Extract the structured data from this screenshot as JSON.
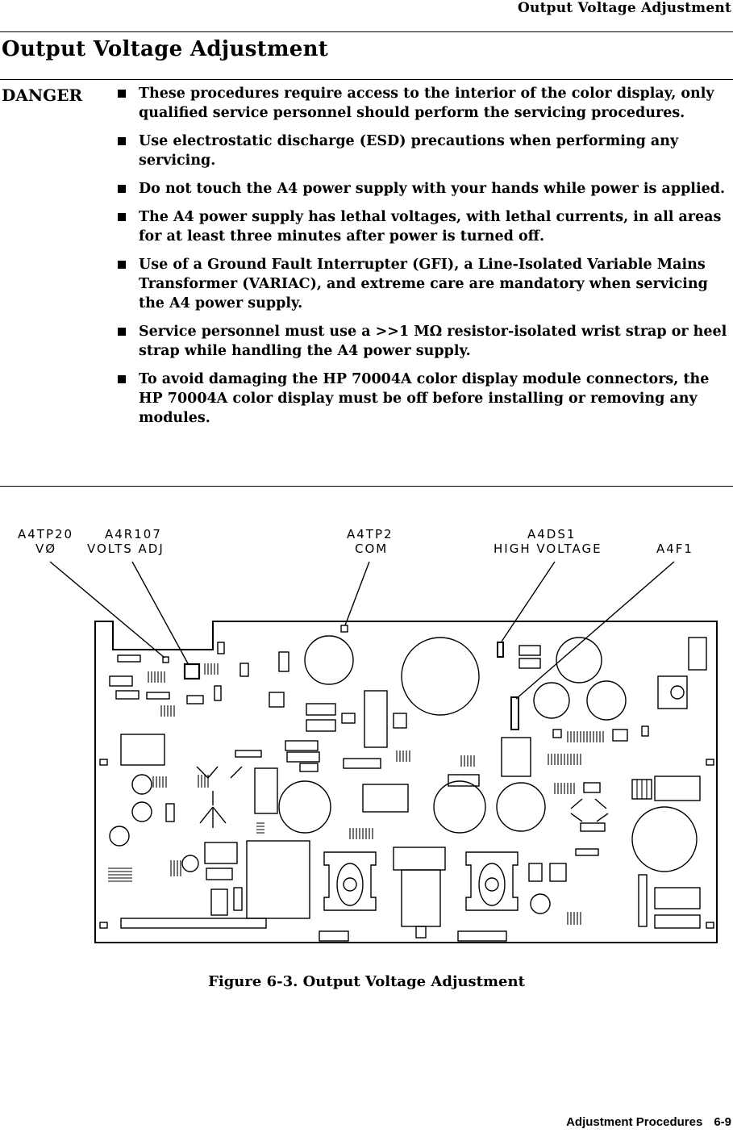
{
  "running_header": "Output Voltage Adjustment",
  "section_title": "Output Voltage Adjustment",
  "danger": {
    "label": "DANGER",
    "items": [
      "These procedures require access to the interior of the color display, only qualified service personnel should perform the servicing procedures.",
      "Use electrostatic discharge (ESD) precautions when performing any servicing.",
      "Do not touch the A4 power supply with your hands while power is applied.",
      "The A4 power supply has lethal voltages, with lethal currents, in all areas for at least three minutes after power is turned off.",
      "Use of a Ground Fault Interrupter (GFI), a Line-Isolated Variable Mains Transformer (VARIAC), and extreme care are mandatory when servicing the A4 power supply.",
      "Service personnel must use a >>1 MΩ resistor-isolated wrist strap or heel strap while handling the A4 power supply.",
      "To avoid damaging the HP 70004A color display module connectors, the HP 70004A color display must be off before installing or removing any modules."
    ]
  },
  "figure": {
    "callouts": [
      {
        "line1": "A4TP20",
        "line2": "VØ"
      },
      {
        "line1": "A4R107",
        "line2": "VOLTS ADJ"
      },
      {
        "line1": "A4TP2",
        "line2": "COM"
      },
      {
        "line1": "A4DS1",
        "line2": "HIGH VOLTAGE"
      },
      {
        "line1": "A4F1",
        "line2": ""
      }
    ],
    "caption": "Figure 6-3. Output Voltage Adjustment"
  },
  "footer": {
    "section": "Adjustment Procedures",
    "page": "6-9"
  }
}
